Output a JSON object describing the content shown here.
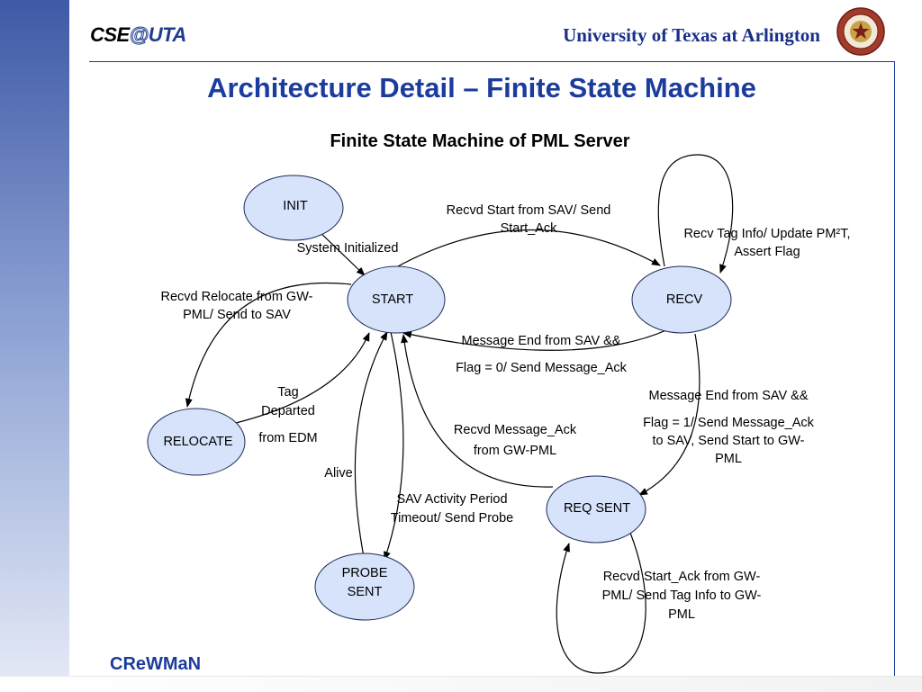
{
  "header": {
    "logo": {
      "part1": "CSE",
      "part2": "@",
      "part3": "UTA"
    },
    "university": "University of Texas at Arlington",
    "seal_icon": "university-seal-icon"
  },
  "page_title": "Architecture Detail – Finite State Machine",
  "diagram": {
    "title": "Finite State Machine of PML Server",
    "states": {
      "init": "INIT",
      "start": "START",
      "recv": "RECV",
      "relocate": "RELOCATE",
      "req_sent": "REQ SENT",
      "probe_sent": {
        "line1": "PROBE",
        "line2": "SENT"
      }
    },
    "transitions": {
      "system_initialized": "System Initialized",
      "recvd_start": {
        "line1": "Recvd Start from SAV/ Send",
        "line2": "Start_Ack"
      },
      "recv_tag_info": {
        "line1": "Recv Tag Info/ Update PM²T,",
        "line2": "Assert Flag"
      },
      "recvd_relocate": {
        "line1": "Recvd Relocate from GW-",
        "line2": "PML/ Send to SAV"
      },
      "message_end_flag0": {
        "line1": "Message End from SAV &&",
        "line2": "Flag = 0/ Send Message_Ack"
      },
      "message_end_flag1": {
        "line1": "Message End from SAV &&",
        "line2": "Flag = 1/ Send Message_Ack",
        "line3": "to SAV, Send Start to GW-",
        "line4": "PML"
      },
      "tag_departed": {
        "line1": "Tag",
        "line2": "Departed",
        "line3": "from EDM"
      },
      "recvd_message_ack": {
        "line1": "Recvd Message_Ack",
        "line2": "from GW-PML"
      },
      "alive": "Alive",
      "sav_activity": {
        "line1": "SAV Activity Period",
        "line2": "Timeout/ Send Probe"
      },
      "recvd_start_ack": {
        "line1": "Recvd Start_Ack from GW-",
        "line2": "PML/ Send Tag Info to GW-",
        "line3": "PML"
      }
    }
  },
  "footer": {
    "brand": "CReWMaN"
  },
  "colors": {
    "accent": "#1b3b9e",
    "state_fill": "#d6e3fb",
    "state_stroke": "#1e2a55"
  }
}
